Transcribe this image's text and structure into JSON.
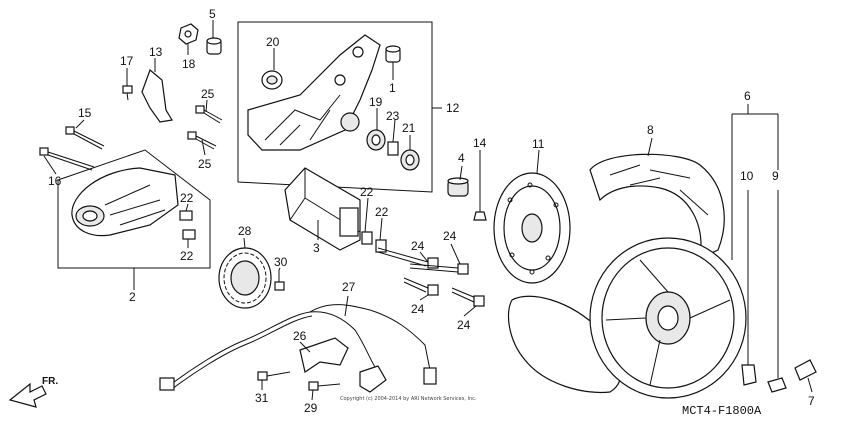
{
  "callouts": [
    "1",
    "2",
    "3",
    "4",
    "5",
    "6",
    "7",
    "8",
    "9",
    "10",
    "11",
    "12",
    "13",
    "14",
    "15",
    "16",
    "17",
    "18",
    "19",
    "20",
    "21",
    "22",
    "22",
    "22",
    "22",
    "23",
    "24",
    "24",
    "24",
    "24",
    "25",
    "25",
    "26",
    "27",
    "28",
    "29",
    "30",
    "31"
  ],
  "diagram_code": "MCT4-F1800A",
  "direction_label": "FR.",
  "copyright": "Copyright (c) 2004-2014 by ARI Network Services, Inc."
}
